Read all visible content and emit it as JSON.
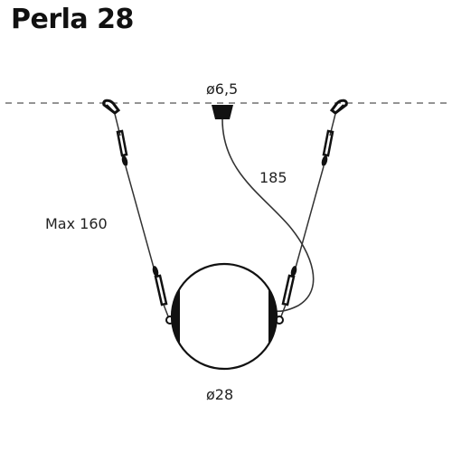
{
  "header": {
    "title": "Perla 28"
  },
  "dimensions": {
    "canopy_diameter": "ø6,5",
    "cable_length": "185",
    "max_suspension": "Max 160",
    "sphere_diameter": "ø28"
  },
  "colors": {
    "ink": "#111111",
    "cable": "#333333",
    "ceiling_line": "#555555"
  }
}
